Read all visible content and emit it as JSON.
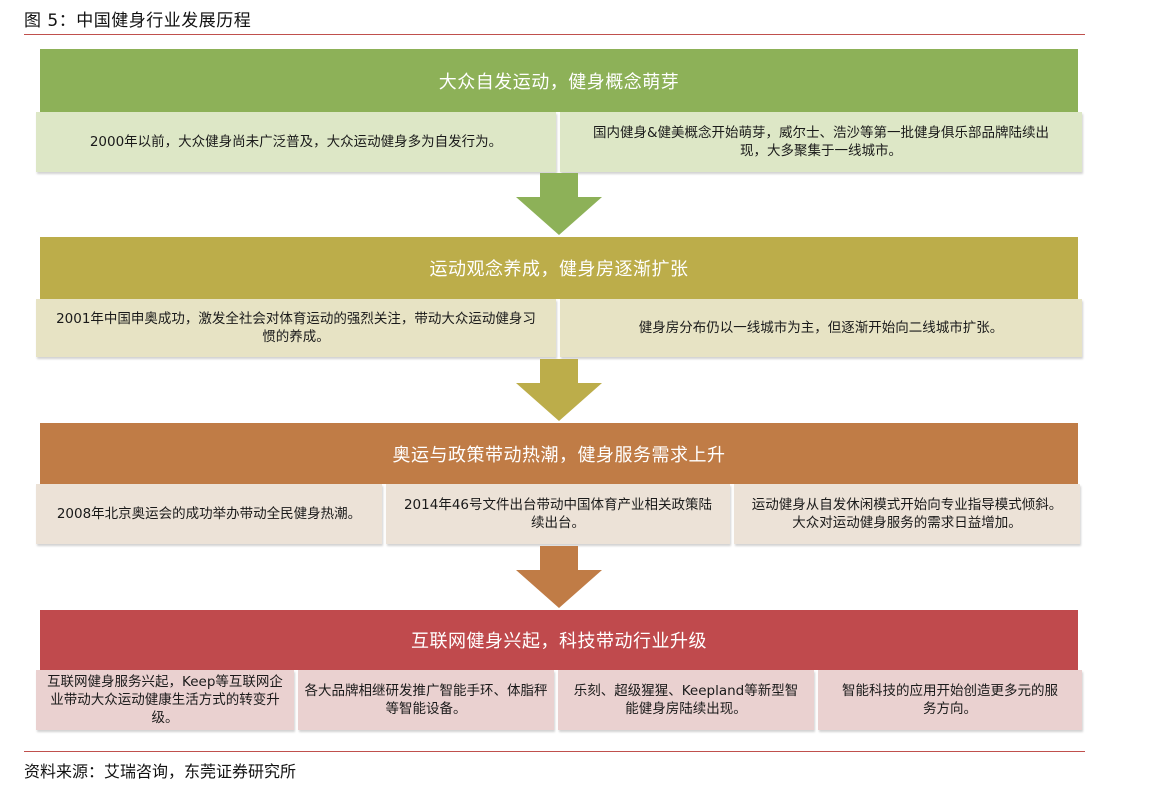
{
  "figure": {
    "title": "图 5：中国健身行业发展历程",
    "source": "资料来源：艾瑞咨询，东莞证券研究所"
  },
  "colors": {
    "stage1": "#8db158",
    "stage1_box": "#dde7c6",
    "stage2": "#bcad4a",
    "stage2_box": "#e7e3c4",
    "stage3": "#c07c46",
    "stage3_box": "#ece2d7",
    "stage4": "#c04a4d",
    "stage4_box": "#ead1d0",
    "rule": "#c0504d"
  },
  "stages": [
    {
      "title": "大众自发运动，健身概念萌芽",
      "boxes": [
        "2000年以前，大众健身尚未广泛普及，大众运动健身多为自发行为。",
        "国内健身&健美概念开始萌芽，威尔士、浩沙等第一批健身俱乐部品牌陆续出现，大多聚集于一线城市。"
      ]
    },
    {
      "title": "运动观念养成，健身房逐渐扩张",
      "boxes": [
        "2001年中国申奥成功，激发全社会对体育运动的强烈关注，带动大众运动健身习惯的养成。",
        "健身房分布仍以一线城市为主，但逐渐开始向二线城市扩张。"
      ]
    },
    {
      "title": "奥运与政策带动热潮，健身服务需求上升",
      "boxes": [
        "2008年北京奥运会的成功举办带动全民健身热潮。",
        "2014年46号文件出台带动中国体育产业相关政策陆续出台。",
        "运动健身从自发休闲模式开始向专业指导模式倾斜。大众对运动健身服务的需求日益增加。"
      ]
    },
    {
      "title": "互联网健身兴起，科技带动行业升级",
      "boxes": [
        "互联网健身服务兴起，Keep等互联网企业带动大众运动健康生活方式的转变升级。",
        "各大品牌相继研发推广智能手环、体脂秤等智能设备。",
        "乐刻、超级猩猩、Keepland等新型智能健身房陆续出现。",
        "智能科技的应用开始创造更多元的服务方向。"
      ]
    }
  ]
}
